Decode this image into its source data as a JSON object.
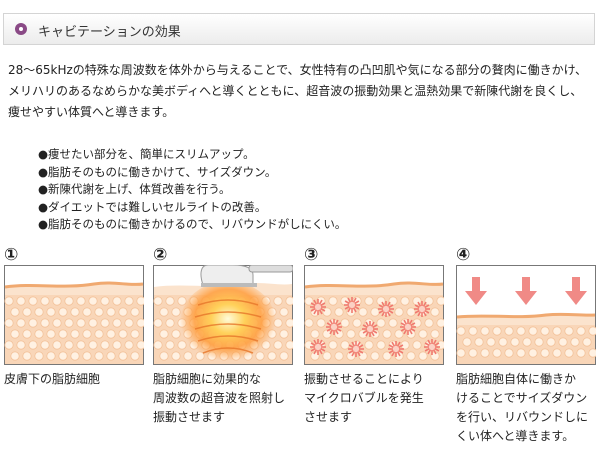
{
  "header": {
    "title": "キャビテーションの効果"
  },
  "intro": [
    "28～65kHzの特殊な周波数を体外から与えることで、女性特有の凸凹肌や気になる部分の贅肉に働きかけ、",
    "メリハリのあるなめらかな美ボディへと導くとともに、超音波の振動効果と温熱効果で新陳代謝を良くし、",
    "痩せやすい体質へと導きます。"
  ],
  "features": [
    "●痩せたい部分を、簡単にスリムアップ。",
    "●脂肪そのものに働きかけて、サイズダウン。",
    "●新陳代謝を上げ、体質改善を行う。",
    "●ダイエットでは難しいセルライトの改善。",
    "●脂肪そのものに働きかけるので、リバウンドがしにくい。"
  ],
  "panels": [
    {
      "number": "①",
      "caption": [
        "皮膚下の脂肪細胞"
      ]
    },
    {
      "number": "②",
      "caption": [
        "脂肪細胞に効果的な",
        "周波数の超音波を照射し",
        "振動させます"
      ]
    },
    {
      "number": "③",
      "caption": [
        "振動させることにより",
        "マイクロバブルを発生",
        "させます"
      ]
    },
    {
      "number": "④",
      "caption": [
        "脂肪細胞自体に働きか",
        "けることでサイズダウン",
        "を行い、リバウンドしに",
        "くい体へと導きます。"
      ]
    }
  ]
}
